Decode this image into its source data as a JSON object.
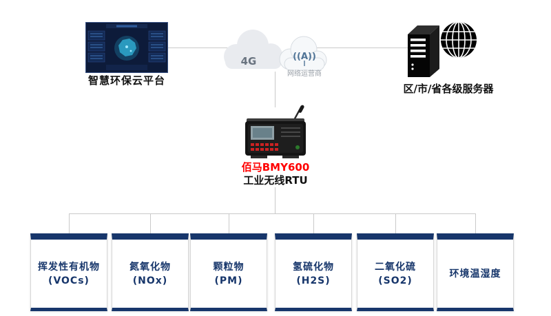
{
  "platform": {
    "label": "智慧环保云平台"
  },
  "network": {
    "cloud_label": "4G",
    "signal_icon": "((A))",
    "operator_label": "网络运营商"
  },
  "server": {
    "label": "区/市/省各级服务器"
  },
  "rtu": {
    "model": "佰马BMY600",
    "type": "工业无线RTU"
  },
  "sensors": [
    {
      "line1": "挥发性有机物",
      "line2": "(VOCs)"
    },
    {
      "line1": "氮氧化物",
      "line2": "(NOx)"
    },
    {
      "line1": "颗粒物",
      "line2": "(PM)"
    },
    {
      "line1": "氢硫化物",
      "line2": "(H2S)"
    },
    {
      "line1": "二氧化硫",
      "line2": "(SO2)"
    },
    {
      "line1": "环境温湿度",
      "line2": ""
    }
  ],
  "colors": {
    "navy": "#17366b",
    "red": "#ff0000",
    "connector": "#c9c9c9",
    "cloud_fill": "#e9ebef"
  }
}
